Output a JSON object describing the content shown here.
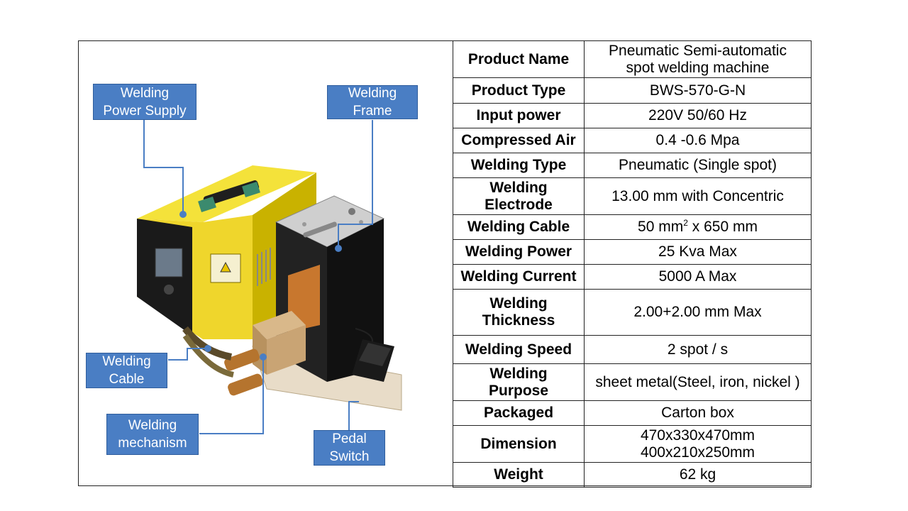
{
  "callouts": {
    "power_supply": [
      "Welding",
      "Power Supply"
    ],
    "frame": [
      "Welding",
      "Frame"
    ],
    "cable": [
      "Welding",
      "Cable"
    ],
    "mechanism": [
      "Welding",
      "mechanism"
    ],
    "pedal": [
      "Pedal",
      "Switch"
    ]
  },
  "specs": [
    {
      "label": "Product Name",
      "value": "Pneumatic Semi-automatic spot welding machine"
    },
    {
      "label": "Product Type",
      "value": "BWS-570-G-N"
    },
    {
      "label": "Input power",
      "value": "220V 50/60 Hz"
    },
    {
      "label": "Compressed Air",
      "value": "0.4 -0.6 Mpa"
    },
    {
      "label": "Welding Type",
      "value": "Pneumatic (Single spot)"
    },
    {
      "label": "Welding Electrode",
      "value": "13.00 mm with Concentric"
    },
    {
      "label": "Welding Cable",
      "value_pre": "50 mm",
      "value_sup": "2",
      "value_post": " x 650 mm"
    },
    {
      "label": "Welding Power",
      "value": "25 Kva Max"
    },
    {
      "label": "Welding Current",
      "value": "5000 A Max"
    },
    {
      "label": "Welding Thickness",
      "value": "2.00+2.00 mm Max"
    },
    {
      "label": "Welding Speed",
      "value": "2 spot / s"
    },
    {
      "label": "Welding Purpose",
      "value": "sheet metal(Steel, iron, nickel )"
    },
    {
      "label": "Packaged",
      "value": "Carton box"
    },
    {
      "label": "Dimension",
      "value_line1": "470x330x470mm",
      "value_line2": "400x210x250mm"
    },
    {
      "label": "Weight",
      "value": "62 kg"
    }
  ]
}
